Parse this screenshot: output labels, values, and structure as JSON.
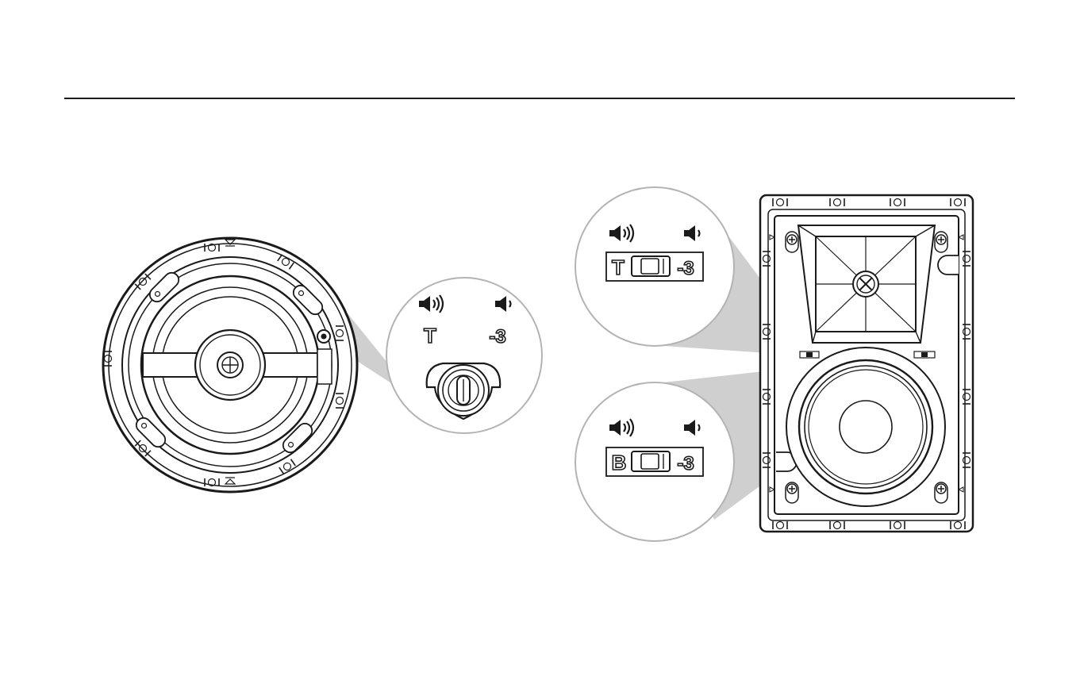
{
  "colors": {
    "ink": "#1a1a1a",
    "callout_fill": "#cfcfcf",
    "callout_border": "#b3b3b3",
    "paper": "#ffffff"
  },
  "icons": [
    "speaker-loud-icon",
    "speaker-quiet-icon",
    "screw-icon",
    "switch-icon"
  ],
  "in_ceiling": {
    "callout": {
      "switch_letter": "T",
      "switch_value": "-3"
    }
  },
  "in_wall": {
    "tweeter_callout": {
      "switch_letter": "T",
      "switch_value": "-3"
    },
    "woofer_callout": {
      "switch_letter": "B",
      "switch_value": "-3"
    }
  }
}
